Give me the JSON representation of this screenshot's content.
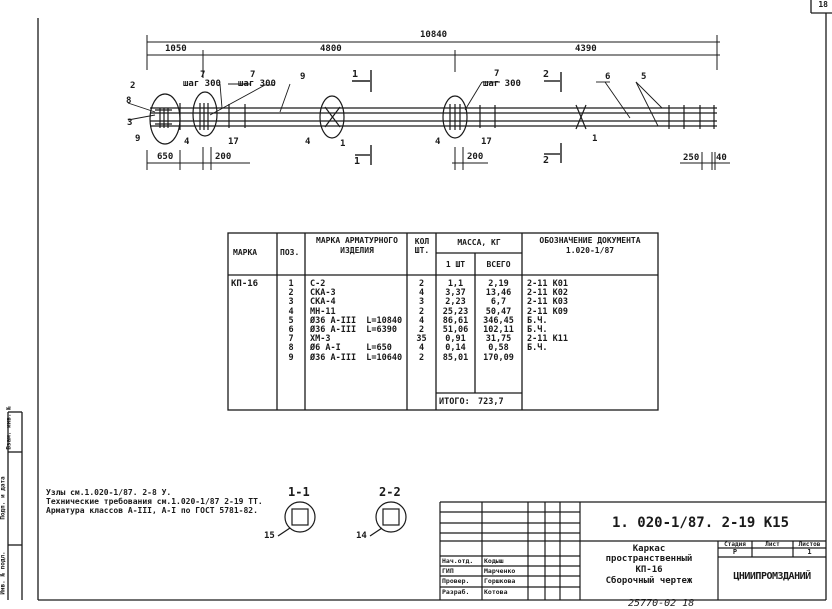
{
  "sheet_no": "18",
  "drawing": {
    "dims": {
      "total": "10840",
      "d1": "1050",
      "d2": "4800",
      "d3": "4390",
      "d650": "650",
      "d200a": "200",
      "d200b": "200",
      "d250": "250",
      "d40": "40"
    },
    "callouts": [
      "2",
      "8",
      "3",
      "9",
      "7",
      "шаг 300",
      "7",
      "шаг 300",
      "9",
      "4",
      "17",
      "4",
      "1",
      "4",
      "17",
      "7",
      "шаг 300",
      "6",
      "5",
      "1"
    ],
    "sections": {
      "s1": "1",
      "s2": "2"
    }
  },
  "table": {
    "headers": {
      "mark": "МАРКА",
      "pos": "ПОЗ.",
      "item": "МАРКА АРМАТУРНОГО ИЗДЕЛИЯ",
      "qty": "КОЛ ШТ.",
      "mass": "МАССА, КГ",
      "mass_one": "1 ШТ",
      "mass_total": "ВСЕГО",
      "doc": "ОБОЗНАЧЕНИЕ ДОКУМЕНТА 1.020-1/87"
    },
    "mark": "КП-16",
    "pos": "1\n2\n3\n4\n5\n6\n7\n8\n9",
    "items": "С-2\nСКА-3\nСКА-4\nМН-11\nØ36 А-III  L=10840\nØ36 А-III  L=6390\nХМ-3\nØ6 А-I     L=650\nØ36 А-III  L=10640",
    "qty": "2\n4\n3\n2\n4\n2\n35\n4\n2",
    "mass_one": "1,1\n3,37\n2,23\n25,23\n86,61\n51,06\n0,91\n0,14\n85,01",
    "mass_total": "2,19\n13,46\n6,7\n50,47\n346,45\n102,11\n31,75\n0,58\n170,09",
    "docs": "2-11 К01\n2-11 К02\n2-11 К03\n2-11 К09\nБ.Ч.\nБ.Ч.\n2-11 К11\nБ.Ч.",
    "total_label": "ИТОГО:",
    "total_value": "723,7"
  },
  "notes": [
    "Узлы см.1.020-1/87. 2-8 У.",
    "Технические требования см.1.020-1/87 2-19 ТТ.",
    "Арматура классов А-III, А-I по ГОСТ 5781-82."
  ],
  "section_views": {
    "a": "1-1",
    "a_ref": "15",
    "b": "2-2",
    "b_ref": "14"
  },
  "title_block": {
    "code": "1. 020-1/87. 2-19  К15",
    "roles": [
      "Нач.отд.",
      "ГИП",
      "Провер.",
      "Разраб."
    ],
    "names": [
      "Кодыш",
      "Марченко",
      "Горшкова",
      "Котова"
    ],
    "title_lines": [
      "Каркас",
      "пространственный",
      "КП-16",
      "Сборочный чертеж"
    ],
    "stage_label": "Стадия",
    "sheet_label": "Лист",
    "sheets_label": "Листов",
    "stage": "Р",
    "sheets": "1",
    "org": "ЦНИИПРОМЗДАНИЙ"
  },
  "side_stamp": [
    "Взам. инв. №",
    "Подп. и дата",
    "Инв. № подл."
  ],
  "footer_code": "25770-02  18"
}
